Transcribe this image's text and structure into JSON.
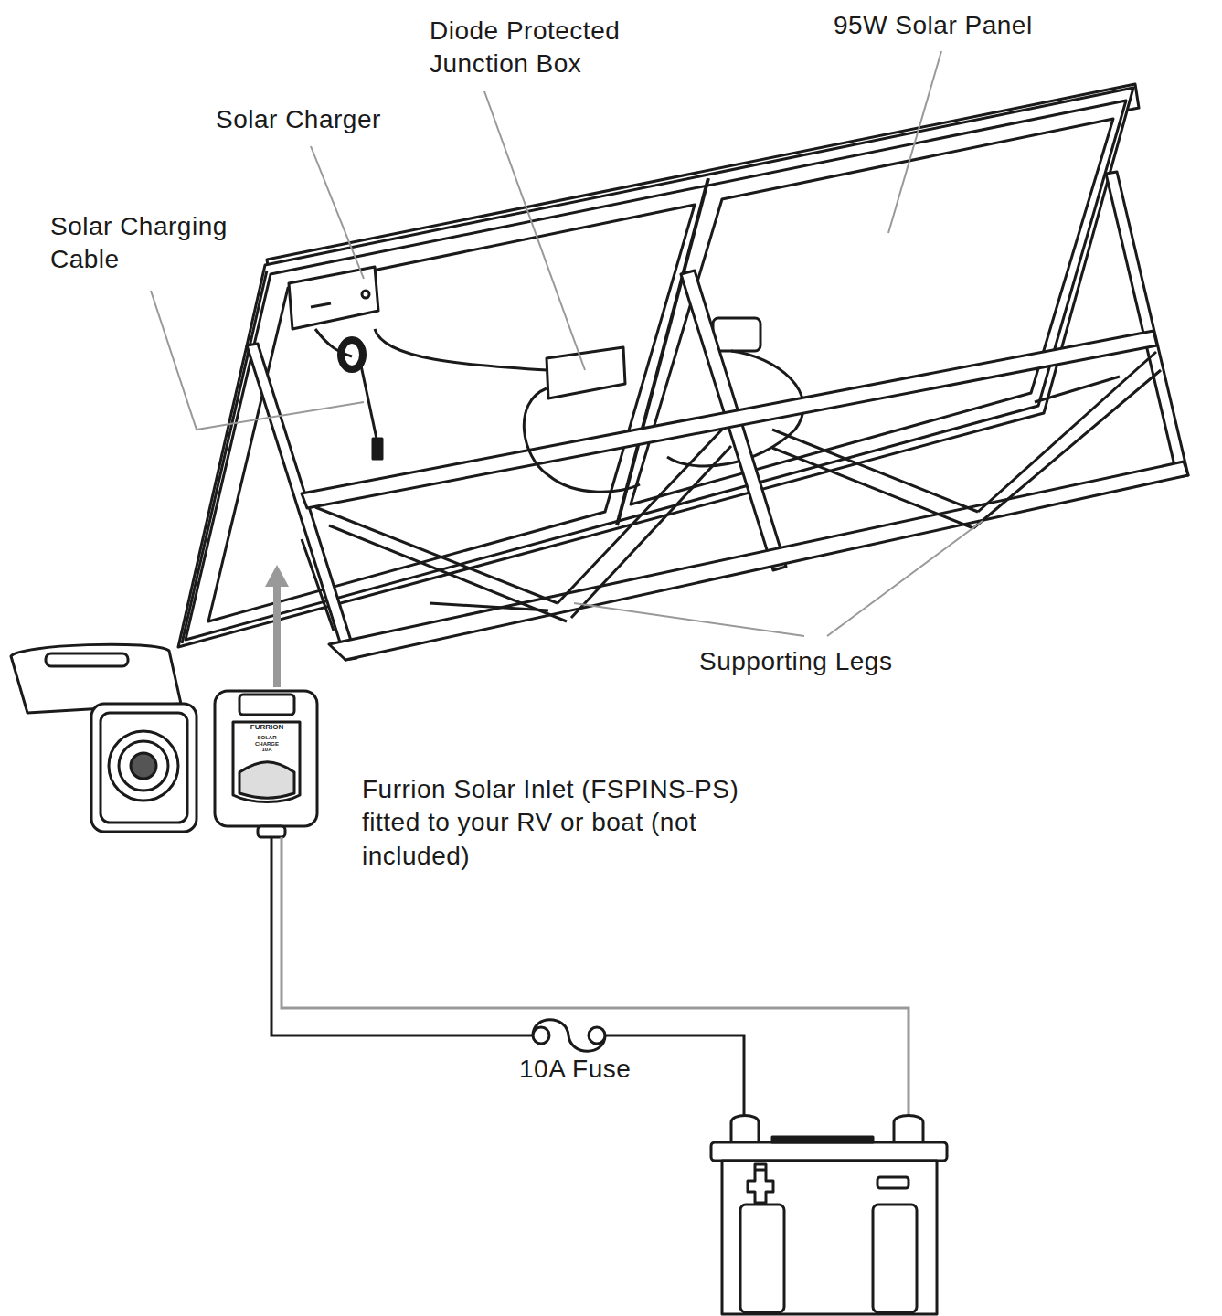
{
  "diagram": {
    "labels": [
      "95W Solar Panel",
      "Diode Protected Junction Box",
      "Solar Charger",
      "Solar Charging Cable",
      "Supporting Legs",
      "Furrion Solar Inlet (FSPINS-PS) fitted to your RV or boat (not included)",
      "10A Fuse",
      "FURRION",
      "SOLAR CHARGE 10A"
    ]
  }
}
